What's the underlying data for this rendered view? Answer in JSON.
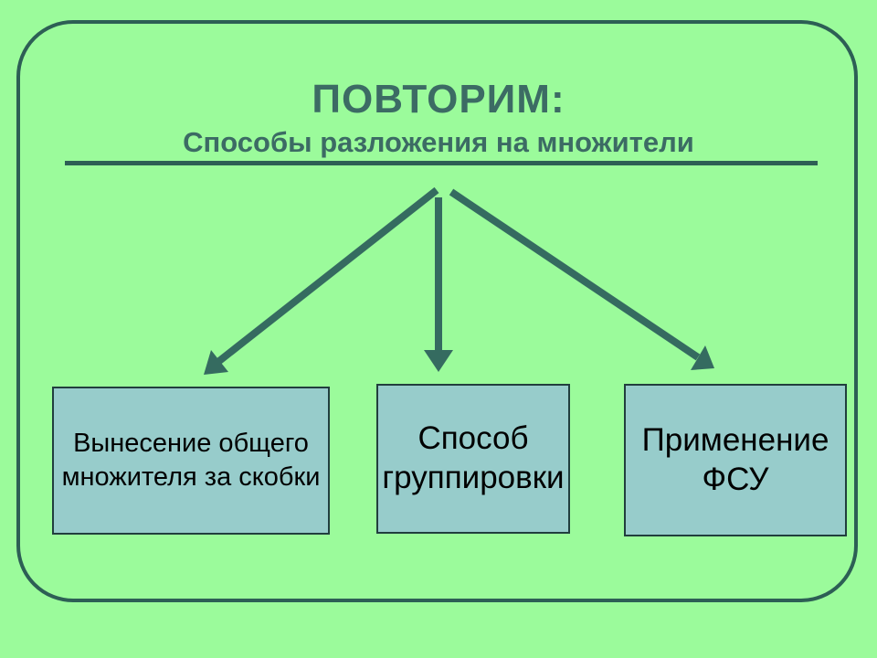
{
  "slide": {
    "title": "ПОВТОРИМ:",
    "subtitle": "Способы разложения на множители"
  },
  "diagram": {
    "description": "Three arrows fan out from one point under the heading to three method boxes",
    "boxes": [
      {
        "label": "Вынесение общего множителя за скобки"
      },
      {
        "label": "Способ группировки"
      },
      {
        "label": "Применение ФСУ"
      }
    ]
  },
  "colors": {
    "background": "#9BFB9B",
    "frame_border": "#2D5F55",
    "heading_text": "#3C6B64",
    "underline": "#2D5F55",
    "arrow": "#356B60",
    "box_fill": "#97CCCB",
    "box_border": "#213E3E",
    "box_text": "#000000"
  }
}
